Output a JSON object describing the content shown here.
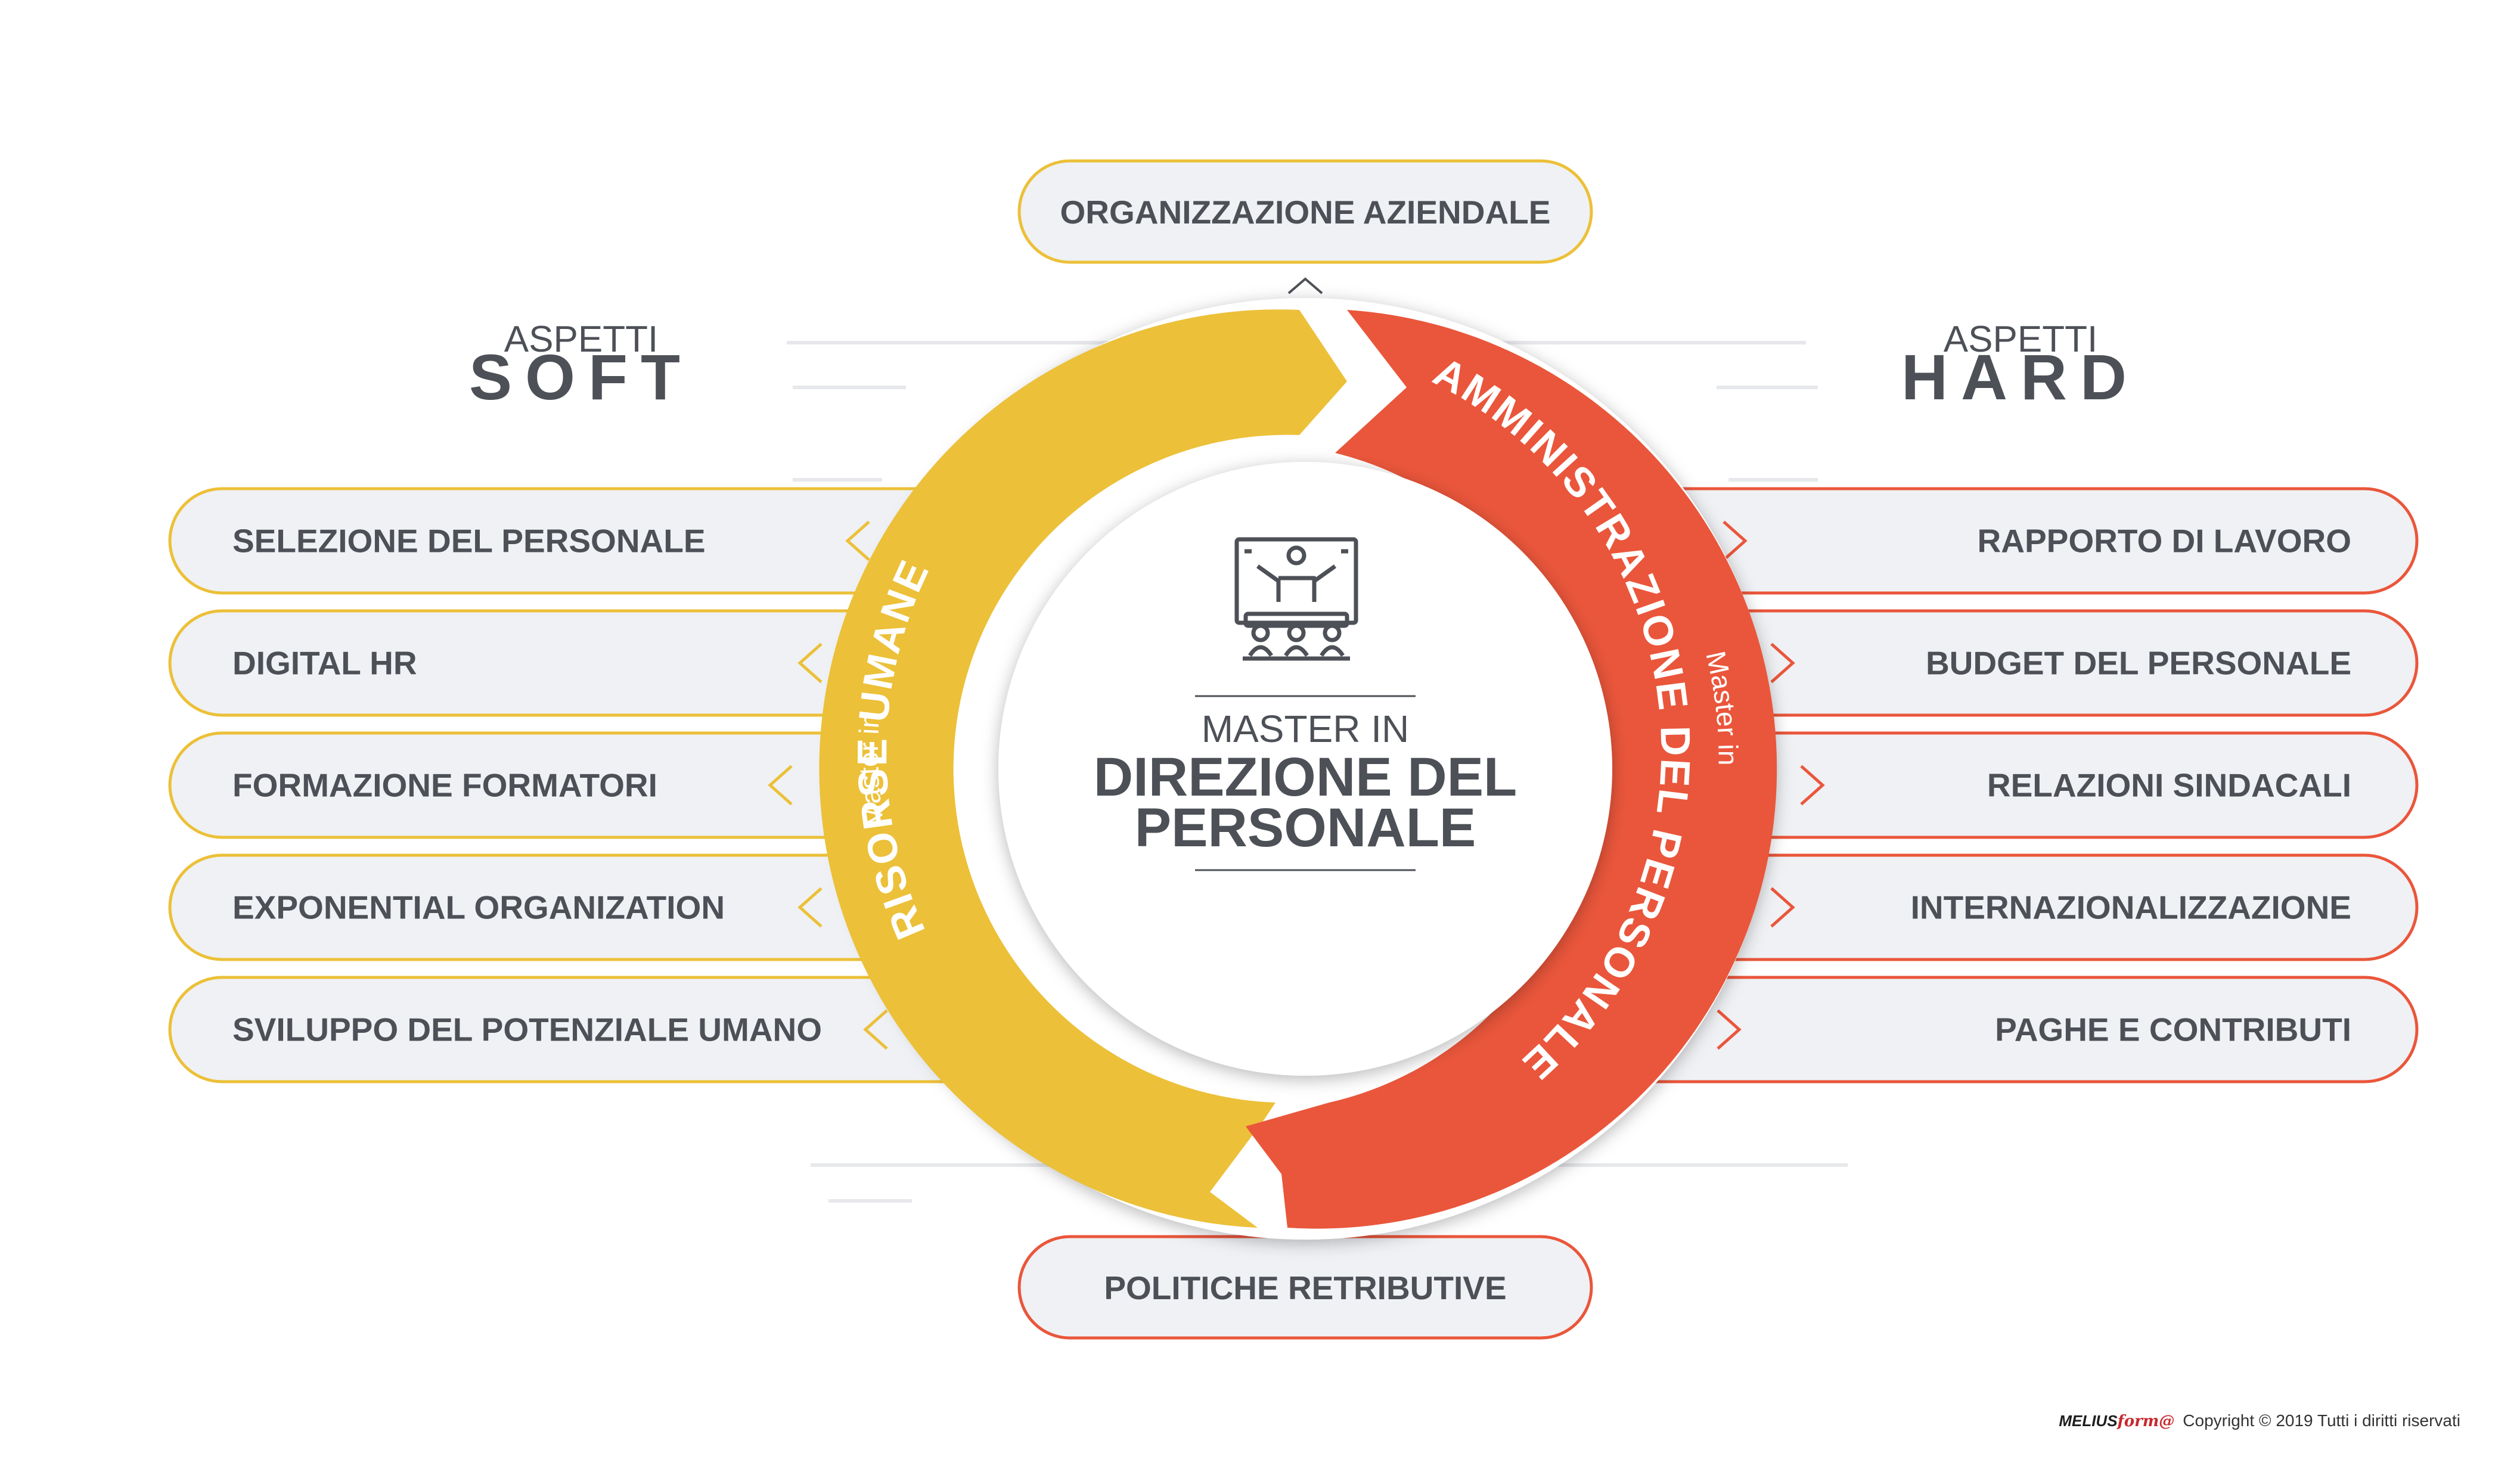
{
  "colors": {
    "soft": "#ecc038",
    "hard": "#ea563b",
    "pill_fill": "#eff1f4",
    "text": "#4d5157"
  },
  "center": {
    "icon": "presentation-classroom-icon",
    "line1": "MASTER IN",
    "line2": "DIREZIONE DEL",
    "line3": "PERSONALE"
  },
  "left_arc": {
    "small": "Master in",
    "big": "RISORSE UMANE"
  },
  "right_arc": {
    "small": "Master in",
    "big": "AMMINISTRAZIONE DEL PERSONALE"
  },
  "soft_heading": {
    "small": "ASPETTI",
    "big": "SOFT"
  },
  "hard_heading": {
    "small": "ASPETTI",
    "big": "HARD"
  },
  "top_item": "ORGANIZZAZIONE AZIENDALE",
  "bottom_item": "POLITICHE RETRIBUTIVE",
  "soft_items": [
    "SELEZIONE DEL PERSONALE",
    "DIGITAL HR",
    "FORMAZIONE FORMATORI",
    "EXPONENTIAL ORGANIZATION",
    "SVILUPPO DEL POTENZIALE UMANO"
  ],
  "hard_items": [
    "RAPPORTO DI LAVORO",
    "BUDGET DEL PERSONALE",
    "RELAZIONI SINDACALI",
    "INTERNAZIONALIZZAZIONE",
    "PAGHE E CONTRIBUTI"
  ],
  "footer": {
    "logo_a": "MELIUS",
    "logo_b": "form@",
    "copyright": "Copyright © 2019 Tutti i diritti riservati"
  }
}
